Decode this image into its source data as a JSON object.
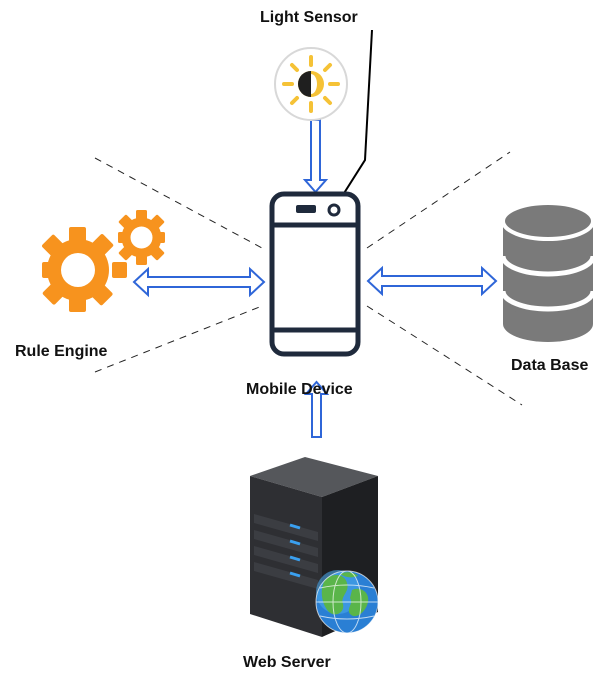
{
  "labels": {
    "light_sensor": "Light Sensor",
    "rule_engine": "Rule Engine",
    "mobile_device": "Mobile Device",
    "data_base": "Data Base",
    "web_server": "Web Server"
  },
  "colors": {
    "arrow_outline": "#2f66d8",
    "gear": "#f7931e",
    "sun_ray": "#f5c236",
    "database": "#7a7a7a",
    "phone": "#1f2a3c",
    "server": "#2e2f33",
    "server_led": "#3aa0f0",
    "dashed": "#222222"
  },
  "icons": [
    "light-sensor-icon",
    "gears-icon",
    "mobile-phone-icon",
    "database-icon",
    "web-server-icon",
    "globe-icon"
  ]
}
